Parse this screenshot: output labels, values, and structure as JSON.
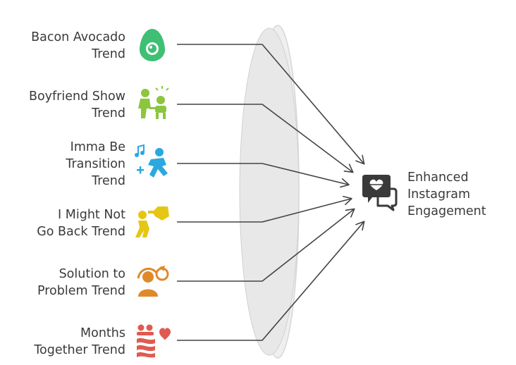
{
  "inputs": [
    {
      "lines": [
        "Bacon Avocado",
        "Trend"
      ],
      "icon": "avocado-icon",
      "color": "#3fbf74"
    },
    {
      "lines": [
        "Boyfriend Show",
        "Trend"
      ],
      "icon": "couple-show-icon",
      "color": "#8cc63f"
    },
    {
      "lines": [
        "Imma Be",
        "Transition",
        "Trend"
      ],
      "icon": "dancing-music-icon",
      "color": "#2aa8e0"
    },
    {
      "lines": [
        "I Might Not",
        "Go Back Trend"
      ],
      "icon": "pointing-person-icon",
      "color": "#e6c614"
    },
    {
      "lines": [
        "Solution to",
        "Problem Trend"
      ],
      "icon": "problem-solution-icon",
      "color": "#e0892a"
    },
    {
      "lines": [
        "Months",
        "Together Trend"
      ],
      "icon": "couple-heart-icon",
      "color": "#e05a4f"
    }
  ],
  "output": {
    "lines": [
      "Enhanced",
      "Instagram",
      "Engagement"
    ],
    "icon": "chat-heart-icon",
    "color": "#3a3a3a"
  }
}
